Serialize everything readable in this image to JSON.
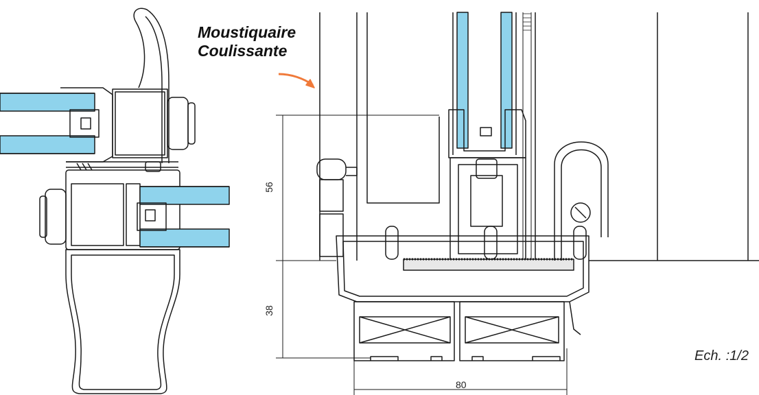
{
  "callout": {
    "line1": "Moustiquaire",
    "line2": "Coulissante"
  },
  "scale_label": "Ech. :1/2",
  "dimensions": {
    "height_upper": "56",
    "height_lower": "38",
    "width": "80"
  },
  "colors": {
    "glass": "#8fd3ec",
    "line": "#1a1a1a",
    "arrow": "#f07a3a"
  }
}
